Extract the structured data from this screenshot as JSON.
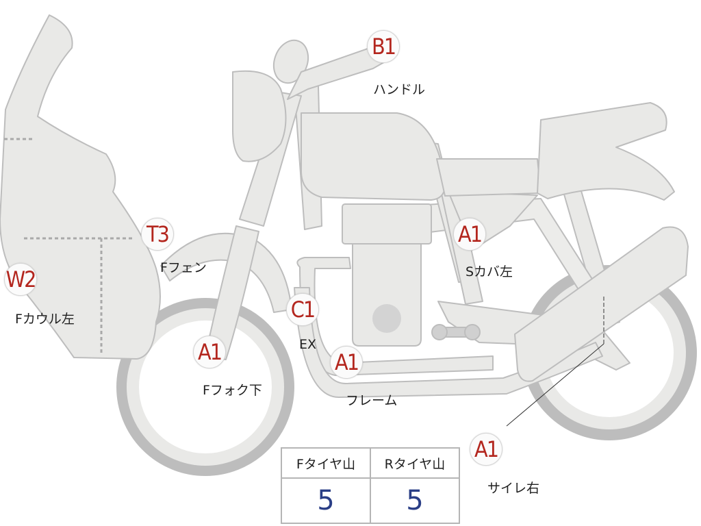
{
  "colors": {
    "part_fill": "#e9e9e7",
    "part_stroke": "#bdbdbd",
    "badge_text": "#b3261e",
    "value_text": "#2a3e86"
  },
  "callouts": [
    {
      "code": "B1",
      "label": "ハンドル"
    },
    {
      "code": "T3",
      "label": "Fフェン"
    },
    {
      "code": "W2",
      "label": "Fカウル左"
    },
    {
      "code": "C1",
      "label": "EX"
    },
    {
      "code": "A1",
      "label": "Fフォク下"
    },
    {
      "code": "A1",
      "label": "フレーム"
    },
    {
      "code": "A1",
      "label": "Sカバ左"
    },
    {
      "code": "A1",
      "label": "サイレ右"
    }
  ],
  "tire_table": {
    "headers": [
      "Fタイヤ山",
      "Rタイヤ山"
    ],
    "values": [
      "5",
      "5"
    ]
  }
}
